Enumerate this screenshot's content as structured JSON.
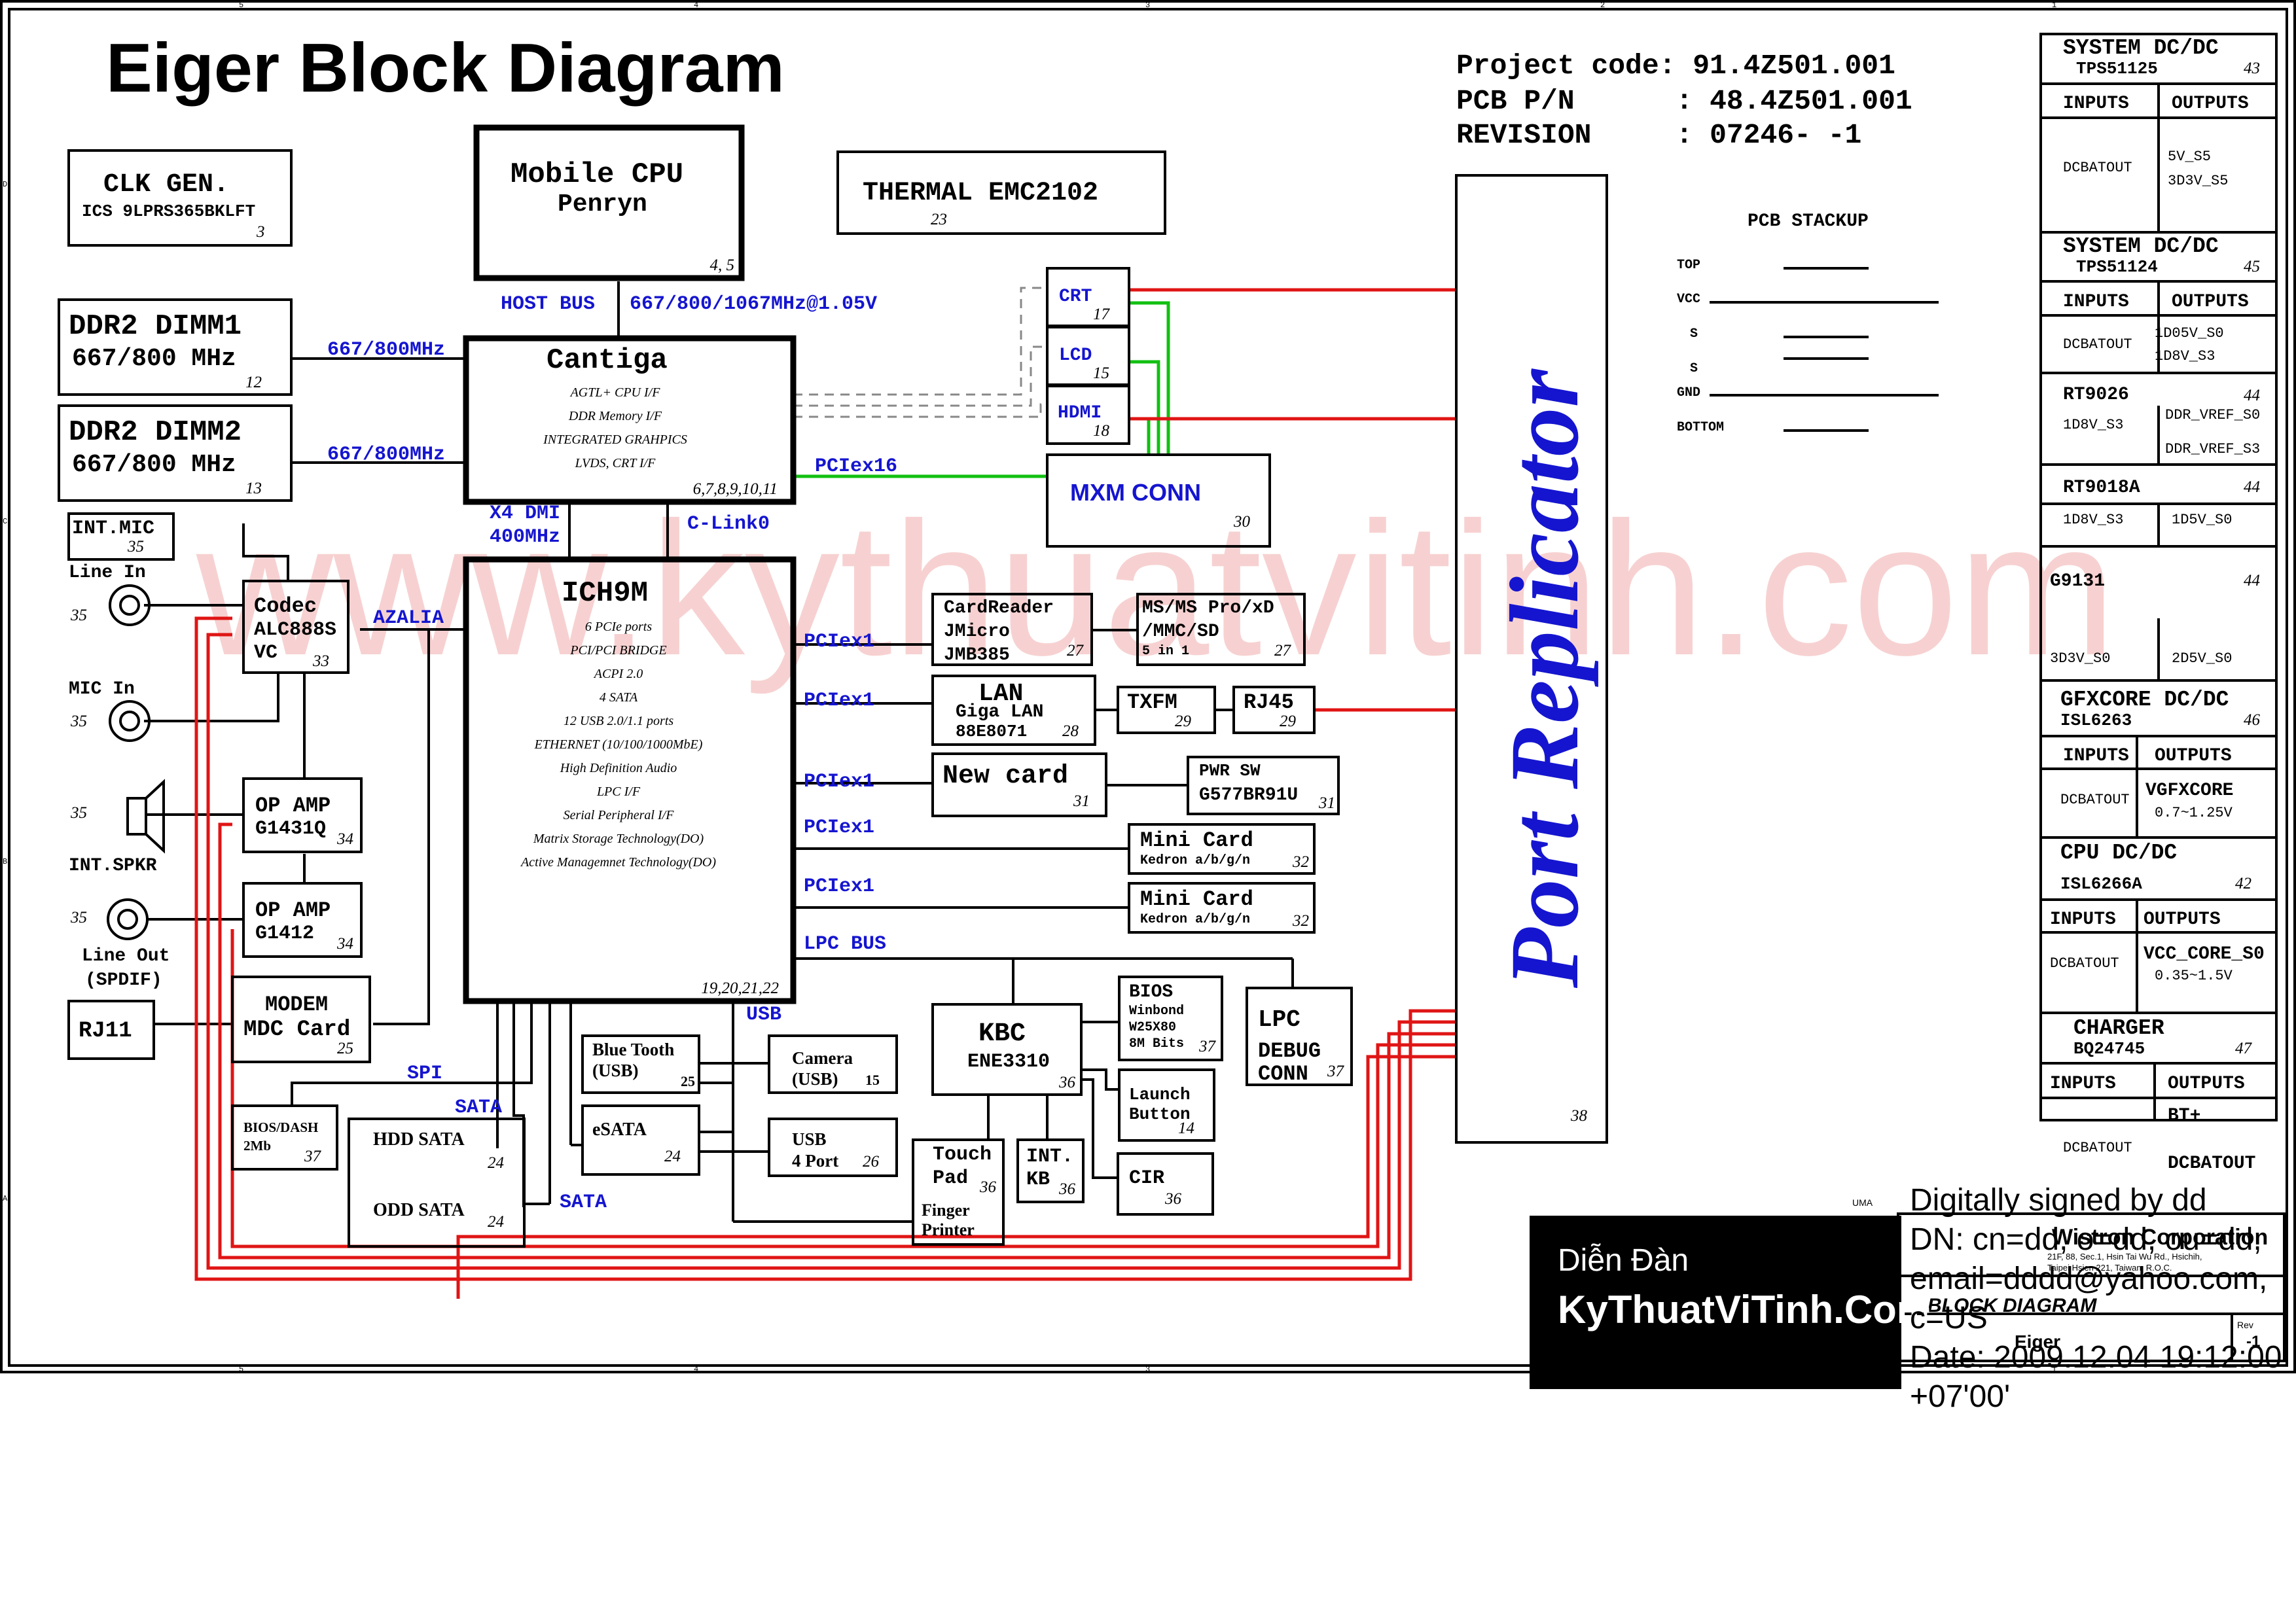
{
  "title": "Eiger Block Diagram",
  "project": {
    "line1": "Project code: 91.4Z501.001",
    "line2": "PCB P/N      : 48.4Z501.001",
    "line3": "REVISION     : 07246- -1"
  },
  "watermark": "www.kythuatvitinh.com",
  "blocks": {
    "clk": {
      "name": "CLK GEN.",
      "part": "ICS 9LPRS365BKLFT",
      "page": "3"
    },
    "cpu": {
      "name": "Mobile CPU",
      "sub": "Penryn",
      "page": "4, 5"
    },
    "thermal": {
      "name": "THERMAL EMC2102",
      "page": "23"
    },
    "dimm1": {
      "name": "DDR2 DIMM1",
      "speed": "667/800 MHz",
      "page": "12"
    },
    "dimm2": {
      "name": "DDR2 DIMM2",
      "speed": "667/800 MHz",
      "page": "13"
    },
    "cantiga": {
      "name": "Cantiga",
      "features": [
        "AGTL+ CPU I/F",
        "DDR Memory I/F",
        "INTEGRATED GRAHPICS",
        "LVDS, CRT I/F"
      ],
      "page": "6,7,8,9,10,11"
    },
    "crt": {
      "name": "CRT",
      "page": "17"
    },
    "lcd": {
      "name": "LCD",
      "page": "15"
    },
    "hdmi": {
      "name": "HDMI",
      "page": "18"
    },
    "mxm": {
      "name": "MXM CONN",
      "page": "30"
    },
    "intmic": {
      "name": "INT.MIC",
      "page": "35"
    },
    "ich9m": {
      "name": "ICH9M",
      "features": [
        "6 PCIe ports",
        "PCI/PCI BRIDGE",
        "ACPI 2.0",
        "4 SATA",
        "12 USB 2.0/1.1 ports",
        "ETHERNET (10/100/1000MbE)",
        "High Definition Audio",
        "LPC I/F",
        "Serial Peripheral I/F",
        "Matrix Storage Technology(DO)",
        "Active Managemnet Technology(DO)"
      ],
      "page": "19,20,21,22"
    },
    "codec": {
      "name": "Codec",
      "part": "ALC888S",
      "sub": "VC",
      "page": "33"
    },
    "opamp1": {
      "name": "OP AMP",
      "part": "G1431Q",
      "page": "34"
    },
    "opamp2": {
      "name": "OP AMP",
      "part": "G1412",
      "page": "34"
    },
    "modem": {
      "name": "MODEM",
      "part": "MDC Card",
      "page": "25"
    },
    "rj11": {
      "name": "RJ11"
    },
    "cardreader": {
      "name": "CardReader",
      "part": "JMicro",
      "part2": "JMB385",
      "page": "27"
    },
    "ms": {
      "name": "MS/MS Pro/xD",
      "part": "/MMC/SD",
      "part2": "5 in 1",
      "page": "27"
    },
    "lan": {
      "name": "LAN",
      "part": "Giga LAN",
      "part2": "88E8071",
      "page": "28"
    },
    "txfm": {
      "name": "TXFM",
      "page": "29"
    },
    "rj45": {
      "name": "RJ45",
      "page": "29"
    },
    "newcard": {
      "name": "New card",
      "page": "31"
    },
    "pwrsw": {
      "name": "PWR SW",
      "part": "G577BR91U",
      "page": "31"
    },
    "mini1": {
      "name": "Mini Card",
      "part": "Kedron  a/b/g/n",
      "page": "32"
    },
    "mini2": {
      "name": "Mini Card",
      "part": "Kedron  a/b/g/n",
      "page": "32"
    },
    "bt": {
      "name": "Blue Tooth",
      "part": "(USB)",
      "page": "25"
    },
    "camera": {
      "name": "Camera",
      "part": "(USB)",
      "page": "15"
    },
    "esata": {
      "name": "eSATA",
      "page": "24"
    },
    "usb4": {
      "name": "USB",
      "part": "4 Port",
      "page": "26"
    },
    "kbc": {
      "name": "KBC",
      "part": "ENE3310",
      "page": "36"
    },
    "bios": {
      "name": "BIOS",
      "part": "Winbond",
      "part2": "W25X80",
      "part3": "8M Bits",
      "page": "37"
    },
    "launch": {
      "name": "Launch",
      "part": "Button",
      "page": "14"
    },
    "cir": {
      "name": "CIR",
      "page": "36"
    },
    "touch": {
      "name": "Touch",
      "part": "Pad",
      "page": "36",
      "part2": "Finger",
      "part3": "Printer"
    },
    "intkb": {
      "name": "INT.",
      "part": "KB",
      "page": "36"
    },
    "lpcdebug": {
      "name": "LPC",
      "part": "DEBUG",
      "part2": "CONN",
      "page": "37"
    },
    "biosdash": {
      "name": "BIOS/DASH",
      "part": "2Mb",
      "page": "37"
    },
    "hdd": {
      "name": "HDD SATA",
      "page": "24"
    },
    "odd": {
      "name": "ODD SATA",
      "page": "24"
    },
    "port_replicator": {
      "name": "Port Replicator",
      "page": "38"
    }
  },
  "jacks": {
    "line_in": {
      "label": "Line In",
      "page": "35"
    },
    "mic_in": {
      "label": "MIC In",
      "page": "35"
    },
    "int_spkr": {
      "label": "INT.SPKR",
      "page": "35"
    },
    "line_out": {
      "label": "Line Out",
      "label2": "(SPDIF)",
      "page": "35"
    }
  },
  "buses": {
    "host_bus": "HOST BUS",
    "host_speed": "667/800/1067MHz@1.05V",
    "ddr1": "667/800MHz",
    "ddr2": "667/800MHz",
    "dmi": "X4 DMI",
    "dmi_speed": "400MHz",
    "clink": "C-Link0",
    "pciex16": "PCIex16",
    "azalia": "AZALIA",
    "pciex1_a": "PCIex1",
    "pciex1_b": "PCIex1",
    "pciex1_c": "PCIex1",
    "pciex1_d": "PCIex1",
    "pciex1_e": "PCIex1",
    "lpc": "LPC BUS",
    "usb": "USB",
    "spi": "SPI",
    "sata1": "SATA",
    "sata2": "SATA"
  },
  "pcb_stackup": {
    "title": "PCB STACKUP",
    "layers": [
      "TOP",
      "VCC",
      "S",
      "S",
      "GND",
      "BOTTOM"
    ]
  },
  "power": {
    "tps51125": {
      "title": "SYSTEM DC/DC",
      "part": "TPS51125",
      "page": "43",
      "inputs": "INPUTS",
      "outputs": "OUTPUTS",
      "in": "DCBATOUT",
      "out1": "5V_S5",
      "out2": "3D3V_S5"
    },
    "tps51124": {
      "title": "SYSTEM DC/DC",
      "part": "TPS51124",
      "page": "45",
      "inputs": "INPUTS",
      "outputs": "OUTPUTS",
      "in": "DCBATOUT",
      "out1": "1D05V_S0",
      "out2": "1D8V_S3"
    },
    "rt9026": {
      "title": "RT9026",
      "page": "44",
      "in": "1D8V_S3",
      "out1": "DDR_VREF_S0",
      "out2": "DDR_VREF_S3"
    },
    "rt9018a": {
      "title": "RT9018A",
      "page": "44",
      "in": "1D8V_S3",
      "out": "1D5V_S0"
    },
    "g9131": {
      "title": "G9131",
      "page": "44",
      "in": "3D3V_S0",
      "out": "2D5V_S0"
    },
    "gfxcore": {
      "title": "GFXCORE DC/DC",
      "part": "ISL6263",
      "page": "46",
      "inputs": "INPUTS",
      "outputs": "OUTPUTS",
      "in": "DCBATOUT",
      "out1": "VGFXCORE",
      "out2": "0.7~1.25V"
    },
    "cpudc": {
      "title": "CPU DC/DC",
      "part": "ISL6266A",
      "page": "42",
      "inputs": "INPUTS",
      "outputs": "OUTPUTS",
      "in": "DCBATOUT",
      "out1": "VCC_CORE_S0",
      "out2": "0.35~1.5V"
    },
    "charger": {
      "title": "CHARGER",
      "part": "BQ24745",
      "page": "47",
      "inputs": "INPUTS",
      "outputs": "OUTPUTS",
      "in": "DCBATOUT",
      "out1": "BT+",
      "out2": "DCBATOUT"
    }
  },
  "forum_badge": {
    "line1": "Diễn Đàn",
    "line2": "KyThuatViTinh.Com"
  },
  "signature": {
    "line1": "Digitally signed by dd",
    "line2": "DN: cn=dd, o=dd, ou=dd,",
    "line3": "email=dddd@yahoo.com,",
    "line4": "c=US",
    "line5": "Date: 2009.12.04 19:12:00",
    "line6": "+07'00'"
  },
  "title_block": {
    "company": "Wistron Corporation",
    "address1": "21F, 88, Sec.1, Hsin Tai Wu Rd., Hsichih,",
    "address2": "Taipei Hsien 221, Taiwan, R.O.C.",
    "sheet_title": "BLOCK DIAGRAM",
    "uma": "UMA",
    "project_name": "Eiger",
    "rev_label": "Rev",
    "rev": "-1"
  },
  "border_marks": {
    "top": [
      "5",
      "4",
      "3",
      "2",
      "1"
    ],
    "bottom": [
      "5",
      "4",
      "3",
      "2",
      "1"
    ],
    "side": [
      "D",
      "C",
      "B",
      "A"
    ]
  },
  "colors": {
    "bus_label": "#1515d0",
    "replicator_link": "#e01515",
    "display_link": "#12c012",
    "badge_bg": "#000000"
  }
}
